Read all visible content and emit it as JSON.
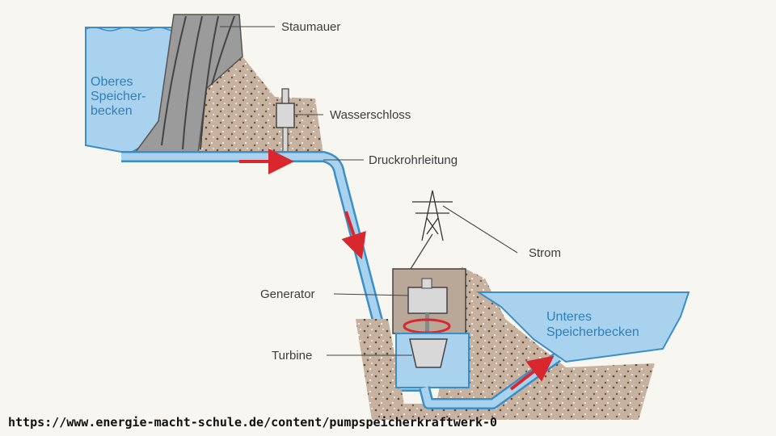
{
  "labels": {
    "upper_reservoir": [
      "Oberes",
      "Speicher-",
      "becken"
    ],
    "dam": "Staumauer",
    "surge_tank": "Wasserschloss",
    "penstock": "Druckrohrleitung",
    "power": "Strom",
    "generator": "Generator",
    "turbine": "Turbine",
    "lower_reservoir": [
      "Unteres",
      "Speicherbecken"
    ]
  },
  "source_url": "https://www.energie-macht-schule.de/content/pumpspeicherkraftwerk-0",
  "colors": {
    "water": "#a9d2ee",
    "water_edge": "#3b8fc6",
    "ground": "#c6b29e",
    "dam": "#9b9b9b",
    "flow_arrow": "#d9272e",
    "label_blue": "#2f7fb8"
  }
}
